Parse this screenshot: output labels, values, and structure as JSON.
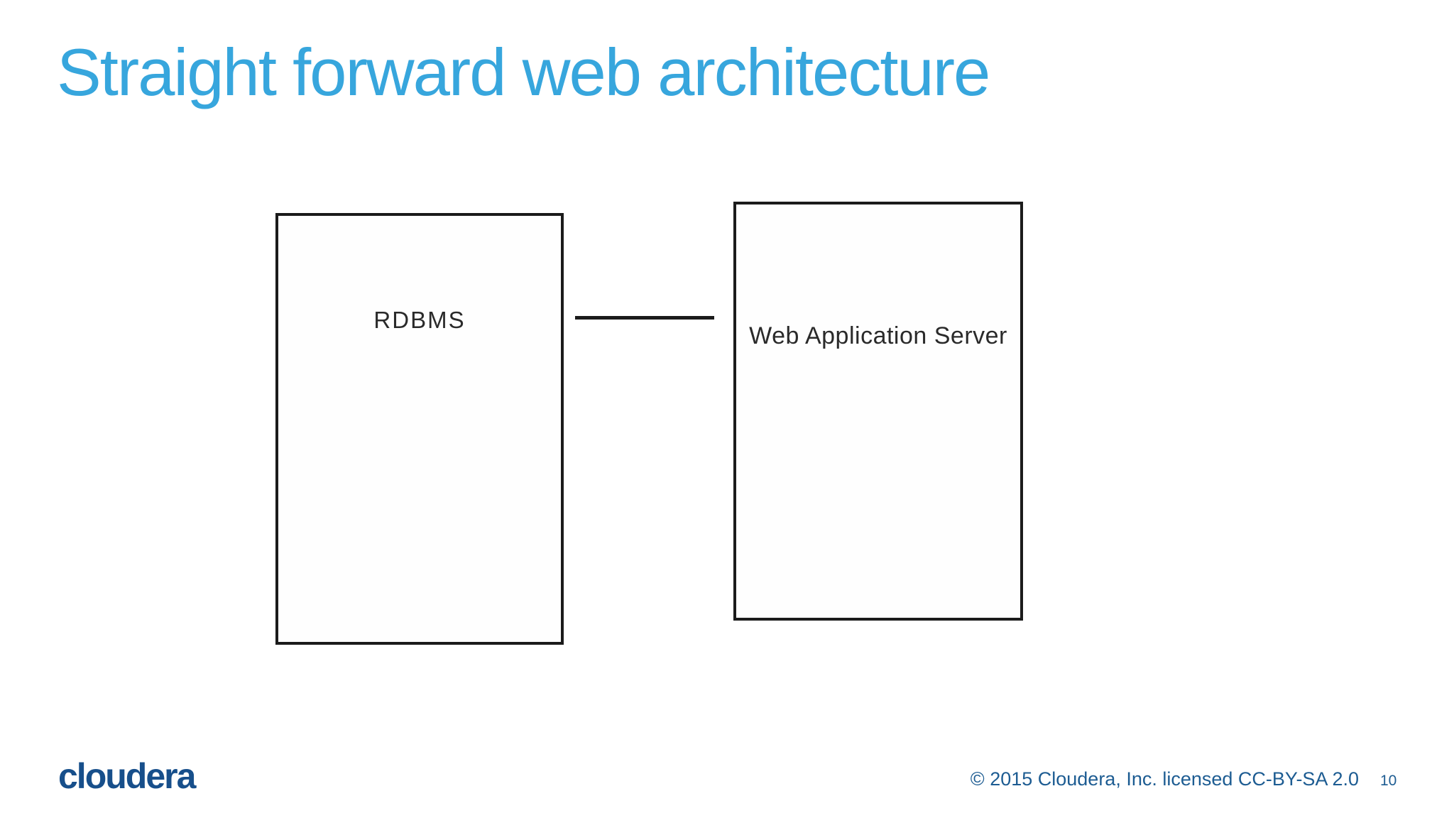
{
  "slide": {
    "title": "Straight forward web architecture"
  },
  "diagram": {
    "type": "architecture",
    "nodes": [
      {
        "id": "rdbms",
        "label": "RDBMS"
      },
      {
        "id": "web-application-server",
        "label": "Web Application Server"
      }
    ],
    "edges": [
      {
        "from": "rdbms",
        "to": "web-application-server",
        "style": "plain-line"
      }
    ]
  },
  "footer": {
    "logo_text": "cloudera",
    "copyright": "© 2015 Cloudera, Inc. licensed CC-BY-SA 2.0",
    "page_number": "10"
  },
  "colors": {
    "title_blue": "#37a6dd",
    "logo_blue": "#174f8b",
    "footer_text_blue": "#1d5c92",
    "diagram_stroke": "#1b1b1b",
    "background": "#ffffff"
  }
}
